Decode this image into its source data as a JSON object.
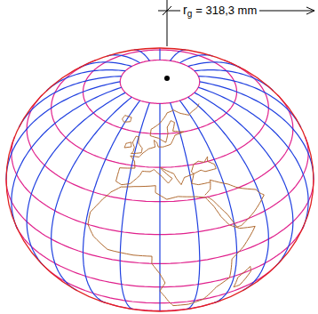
{
  "diagram": {
    "labels": [
      "r",
      "g",
      "= 318,3 mm"
    ]
  }
}
